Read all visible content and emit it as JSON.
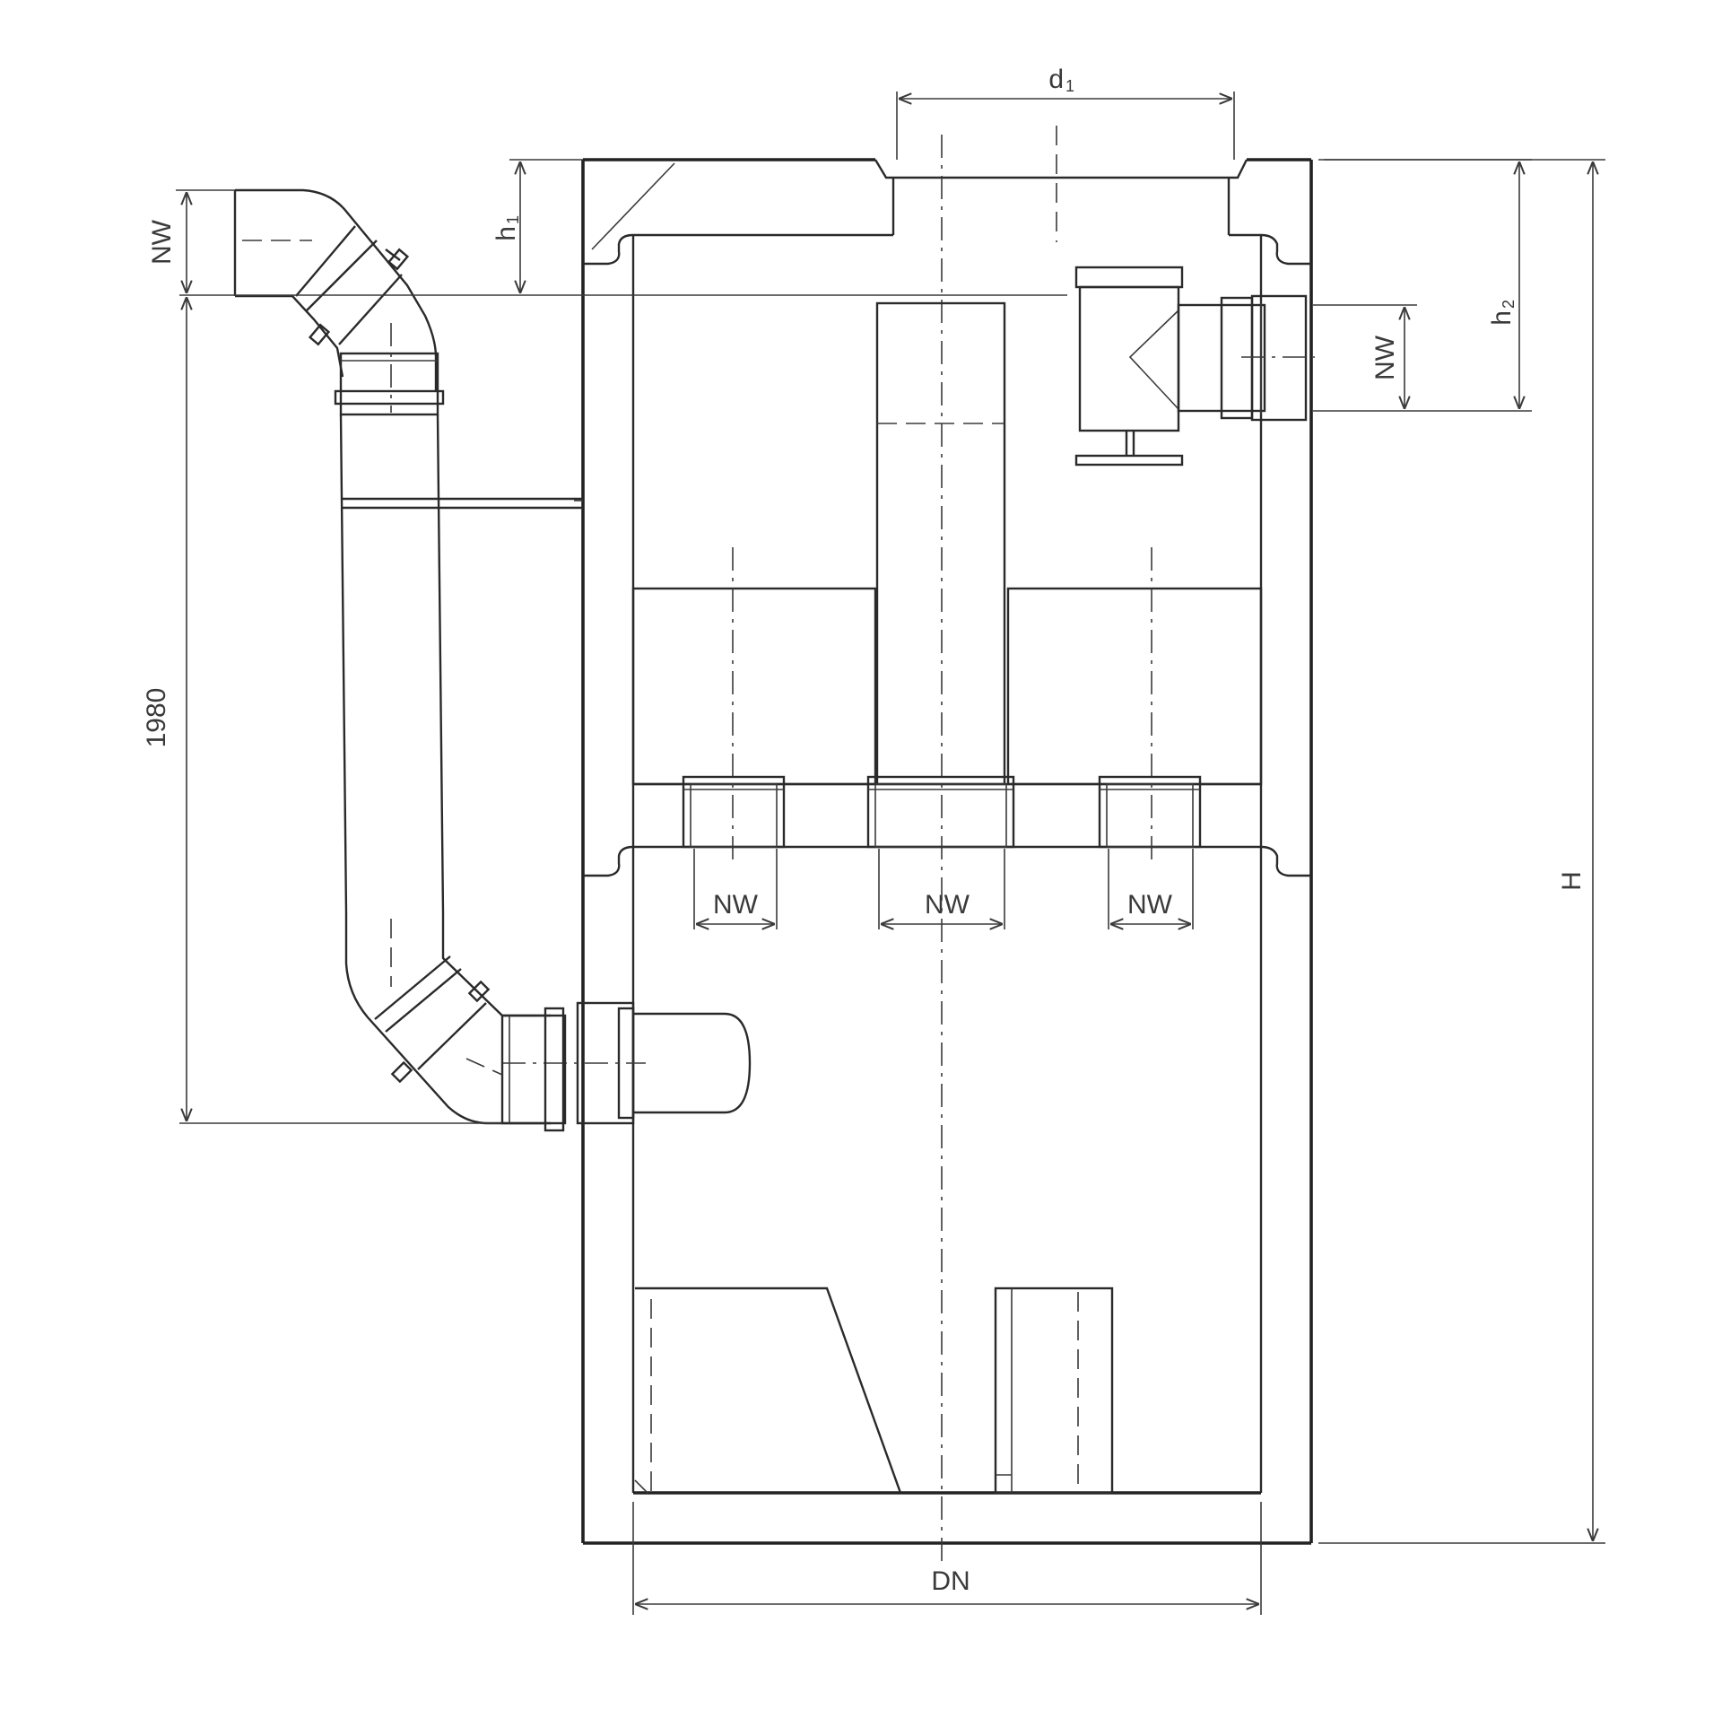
{
  "labels": {
    "d1": "d",
    "d1_sub": "1",
    "h1": "h",
    "h1_sub": "1",
    "h2": "h",
    "h2_sub": "2",
    "nw_inlet_top": "NW",
    "nw_outlet_right": "NW",
    "nw_left": "NW",
    "nw_middle": "NW",
    "nw_right": "NW",
    "height_1980": "1980",
    "H": "H",
    "DN": "DN"
  },
  "colors": {
    "line": "#2a2a2a",
    "background": "#ffffff"
  }
}
